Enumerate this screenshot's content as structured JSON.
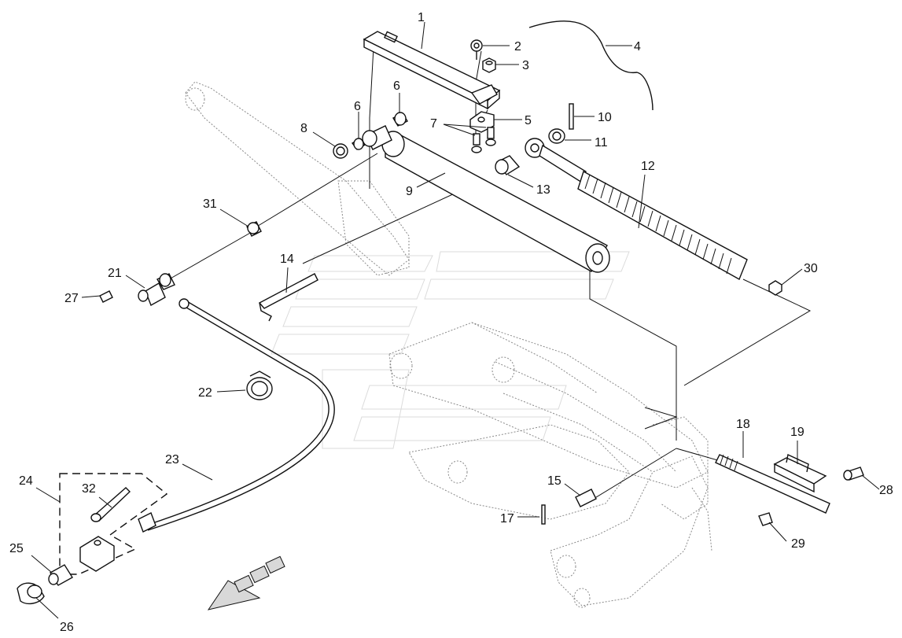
{
  "callouts": {
    "p1": "1",
    "p2": "2",
    "p3": "3",
    "p4": "4",
    "p5": "5",
    "p6a": "6",
    "p6b": "6",
    "p7": "7",
    "p8": "8",
    "p9": "9",
    "p10": "10",
    "p11": "11",
    "p12": "12",
    "p13": "13",
    "p14": "14",
    "p15": "15",
    "p17": "17",
    "p18": "18",
    "p19": "19",
    "p21": "21",
    "p22": "22",
    "p23": "23",
    "p24": "24",
    "p25": "25",
    "p26": "26",
    "p27": "27",
    "p28": "28",
    "p29": "29",
    "p30": "30",
    "p31": "31",
    "p32": "32"
  },
  "colors": {
    "line": "#111111",
    "ghost": "#8a8a8a",
    "background": "#ffffff"
  }
}
